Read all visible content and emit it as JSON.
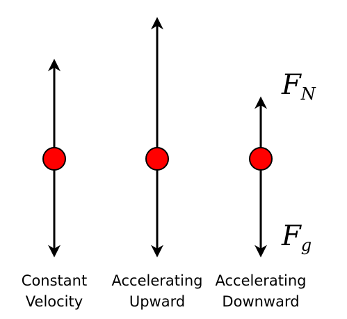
{
  "colors": {
    "object_fill": "#ff0000",
    "object_stroke": "#000000",
    "arrow": "#000000"
  },
  "cases": [
    {
      "label_line1": "Constant",
      "label_line2": "Velocity",
      "normal_force_relative": 1.0,
      "gravity_force_relative": 1.0
    },
    {
      "label_line1": "Accelerating",
      "label_line2": "Upward",
      "normal_force_relative": 1.45,
      "gravity_force_relative": 1.0
    },
    {
      "label_line1": "Accelerating",
      "label_line2": "Downward",
      "normal_force_relative": 0.6,
      "gravity_force_relative": 1.0
    }
  ],
  "force_labels": {
    "normal": {
      "symbol": "F",
      "subscript": "N"
    },
    "gravity": {
      "symbol": "F",
      "subscript": "g"
    }
  }
}
